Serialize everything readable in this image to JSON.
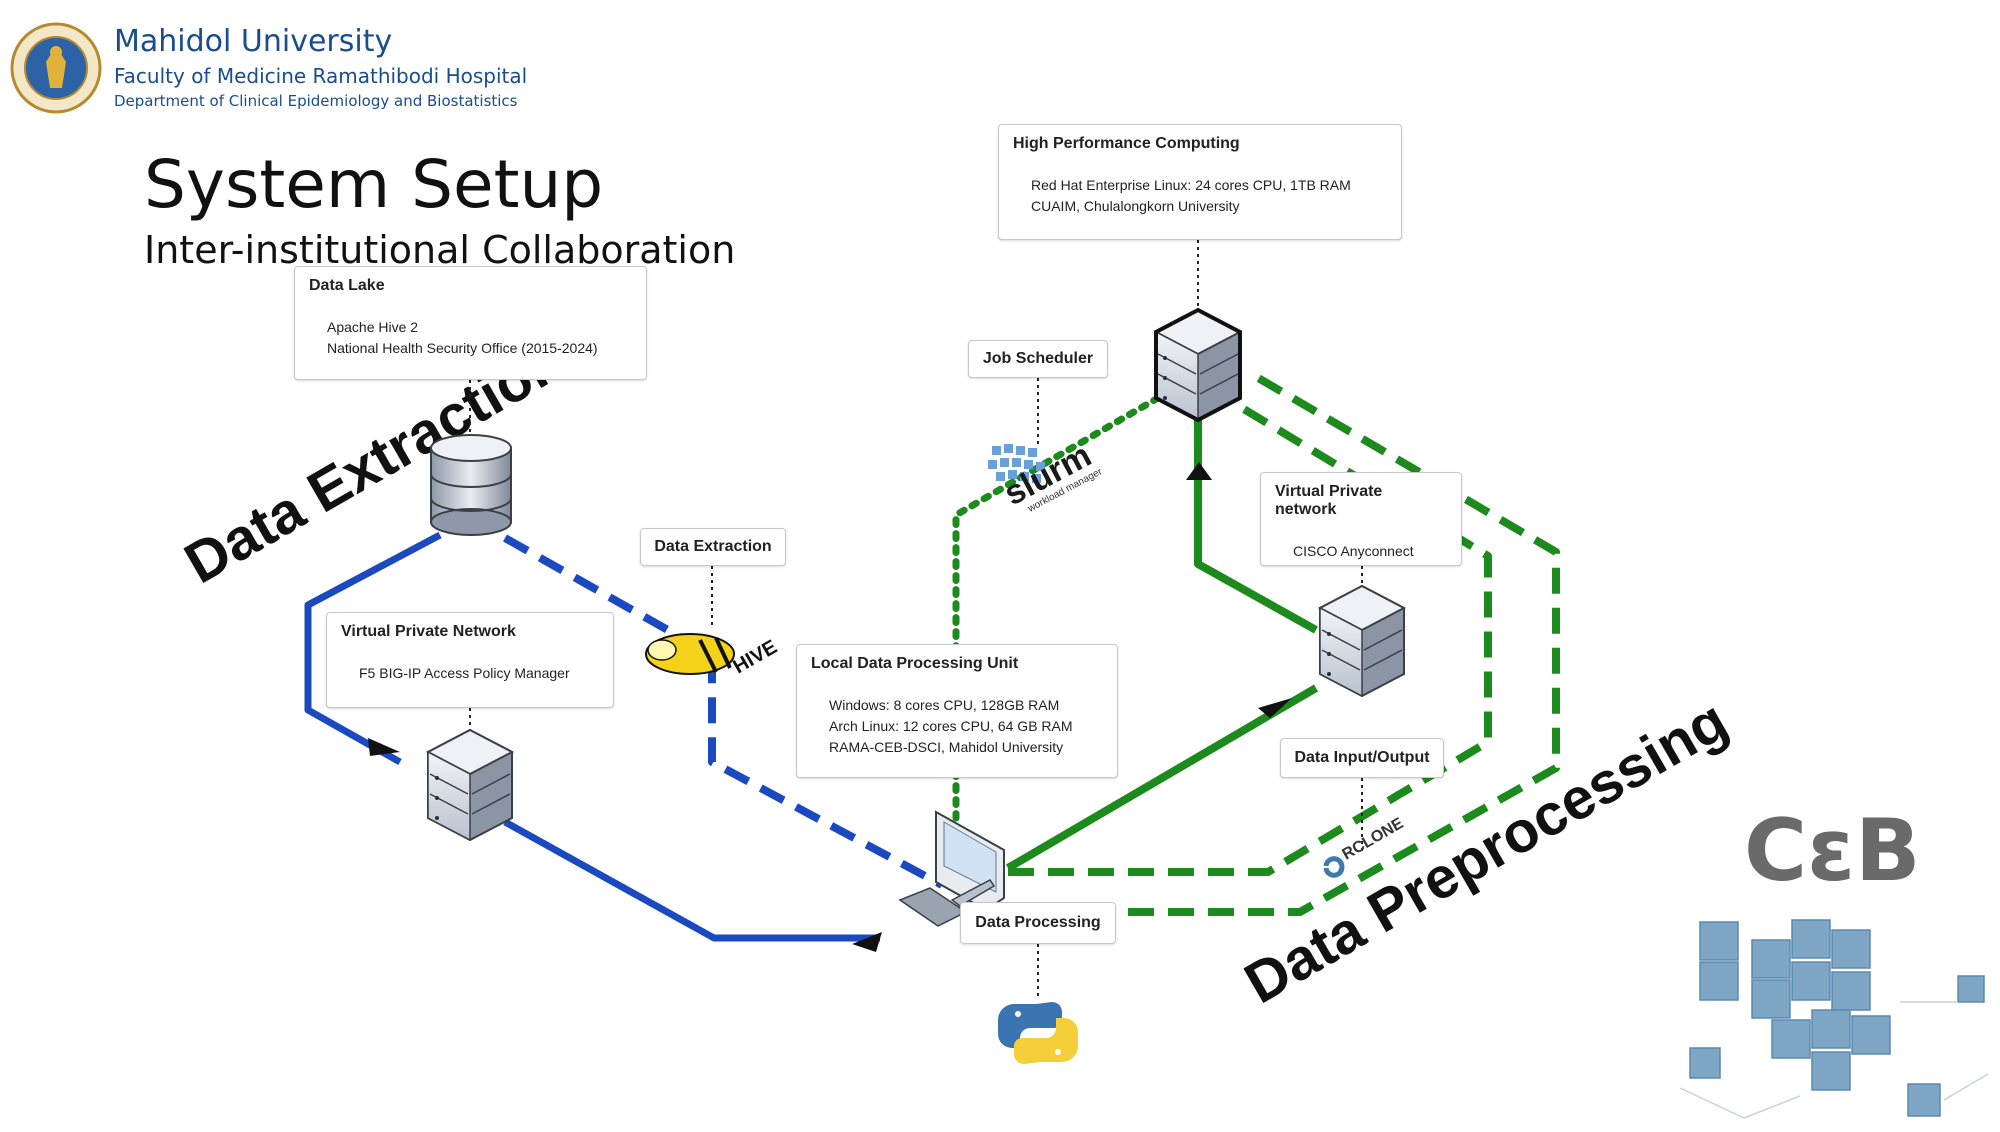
{
  "header": {
    "university": "Mahidol University",
    "faculty": "Faculty of Medicine Ramathibodi Hospital",
    "department": "Department of Clinical Epidemiology and Biostatistics"
  },
  "title": "System Setup",
  "subtitle": "Inter-institutional Collaboration",
  "boxes": {
    "data_lake": {
      "title": "Data Lake",
      "lines": [
        "Apache Hive 2",
        "National Health Security Office (2015-2024)"
      ]
    },
    "hpc": {
      "title": "High Performance Computing",
      "lines": [
        "Red Hat Enterprise Linux: 24 cores CPU, 1TB RAM",
        "CUAIM, Chulalongkorn University"
      ]
    },
    "vpn_f5": {
      "title": "Virtual Private Network",
      "lines": [
        "F5 BIG-IP Access Policy Manager"
      ]
    },
    "vpn_cisco": {
      "title": "Virtual Private network",
      "lines": [
        "CISCO Anyconnect"
      ]
    },
    "local_unit": {
      "title": "Local Data Processing Unit",
      "lines": [
        "Windows: 8 cores CPU, 128GB RAM",
        "Arch Linux: 12 cores CPU, 64 GB RAM",
        "RAMA-CEB-DSCI, Mahidol University"
      ]
    }
  },
  "tags": {
    "job_scheduler": "Job Scheduler",
    "data_extraction": "Data Extraction",
    "data_io": "Data Input/Output",
    "data_processing": "Data Processing"
  },
  "stage_labels": {
    "left": "Data Extraction",
    "right": "Data Preprocessing"
  },
  "logos": {
    "slurm": "slurm",
    "slurm_sub": "workload manager",
    "hive": "HIVE",
    "rclone": "RCLONE",
    "ceb": "CεB"
  },
  "colors": {
    "header_blue": "#1b4d8c",
    "vpn_link_blue": "#1a49c0",
    "hpc_link_green": "#1d8a1d",
    "box_border": "#c8c8c8",
    "cube_blue": "#7fa6c4"
  },
  "icons": {
    "university_seal": "seal-icon",
    "database": "database-icon",
    "server": "server-icon",
    "computer": "computer-icon",
    "python": "python-logo-icon"
  }
}
